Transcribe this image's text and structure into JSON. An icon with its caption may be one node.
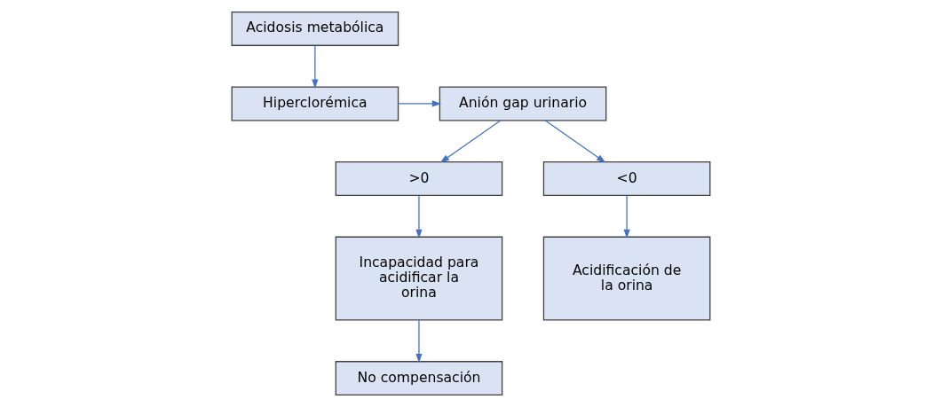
{
  "diagram": {
    "nodes": [
      {
        "text": [
          "Acidosis metabólica"
        ]
      },
      {
        "text": [
          "Hiperclorémica"
        ]
      },
      {
        "text": [
          "Anión gap urinario"
        ]
      },
      {
        "text": [
          ">0"
        ]
      },
      {
        "text": [
          "<0"
        ]
      },
      {
        "text": [
          "Incapacidad para acidificar la orina"
        ]
      },
      {
        "text": [
          "Acidificación de la orina"
        ]
      },
      {
        "text": [
          "No compensación"
        ]
      }
    ],
    "edges": [
      {
        "from": 0,
        "to": 1,
        "arrow": "to"
      },
      {
        "from": 1,
        "to": 2,
        "arrow": "to"
      },
      {
        "from": 2,
        "to": 3,
        "arrow": "to"
      },
      {
        "from": 2,
        "to": 4,
        "arrow": "to"
      },
      {
        "from": 3,
        "to": 5,
        "arrow": "to"
      },
      {
        "from": 4,
        "to": 6,
        "arrow": "to"
      },
      {
        "from": 5,
        "to": 7,
        "arrow": "to"
      }
    ]
  }
}
